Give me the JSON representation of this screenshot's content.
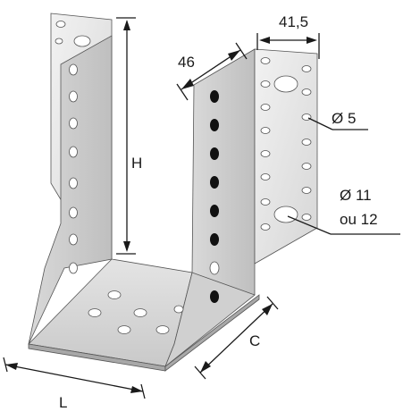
{
  "labels": {
    "height": "H",
    "length": "L",
    "depth": "C",
    "flange_width": "46",
    "wing_width": "41,5",
    "small_hole": "Ø 5",
    "large_hole_line1": "Ø 11",
    "large_hole_line2": "ou 12"
  },
  "colors": {
    "metal_light": "#e8e8e8",
    "metal_mid": "#cfcfcf",
    "metal_dark": "#bdbdbd",
    "hole": "#ffffff",
    "through_hole": "#111111",
    "line": "#1a1a1a"
  }
}
